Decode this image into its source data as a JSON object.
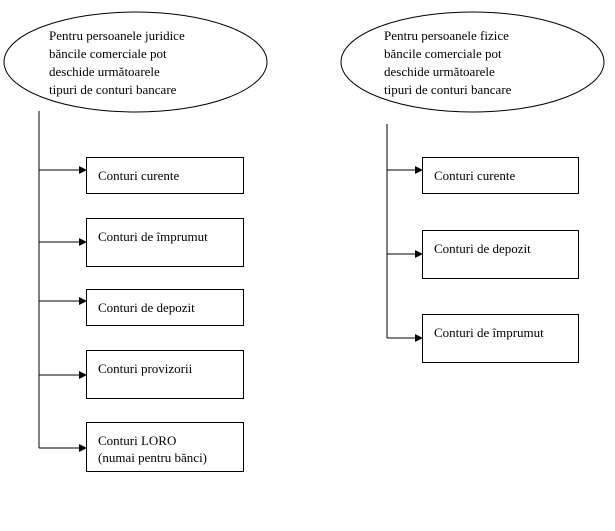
{
  "left_group": {
    "heading_lines": [
      "Pentru persoanele juridice",
      "băncile comerciale pot",
      "deschide următoarele",
      "tipuri de conturi bancare"
    ],
    "items": [
      {
        "lines": [
          "Conturi curente"
        ]
      },
      {
        "lines": [
          "Conturi de împrumut"
        ]
      },
      {
        "lines": [
          "Conturi de depozit"
        ]
      },
      {
        "lines": [
          "Conturi provizorii"
        ]
      },
      {
        "lines": [
          "Conturi LORO",
          "(numai pentru bănci)"
        ]
      }
    ]
  },
  "right_group": {
    "heading_lines": [
      "Pentru persoanele fizice",
      "băncile comerciale pot",
      "deschide următoarele",
      "tipuri de conturi bancare"
    ],
    "items": [
      {
        "lines": [
          "Conturi curente"
        ]
      },
      {
        "lines": [
          "Conturi de depozit"
        ]
      },
      {
        "lines": [
          "Conturi de împrumut"
        ]
      }
    ]
  }
}
